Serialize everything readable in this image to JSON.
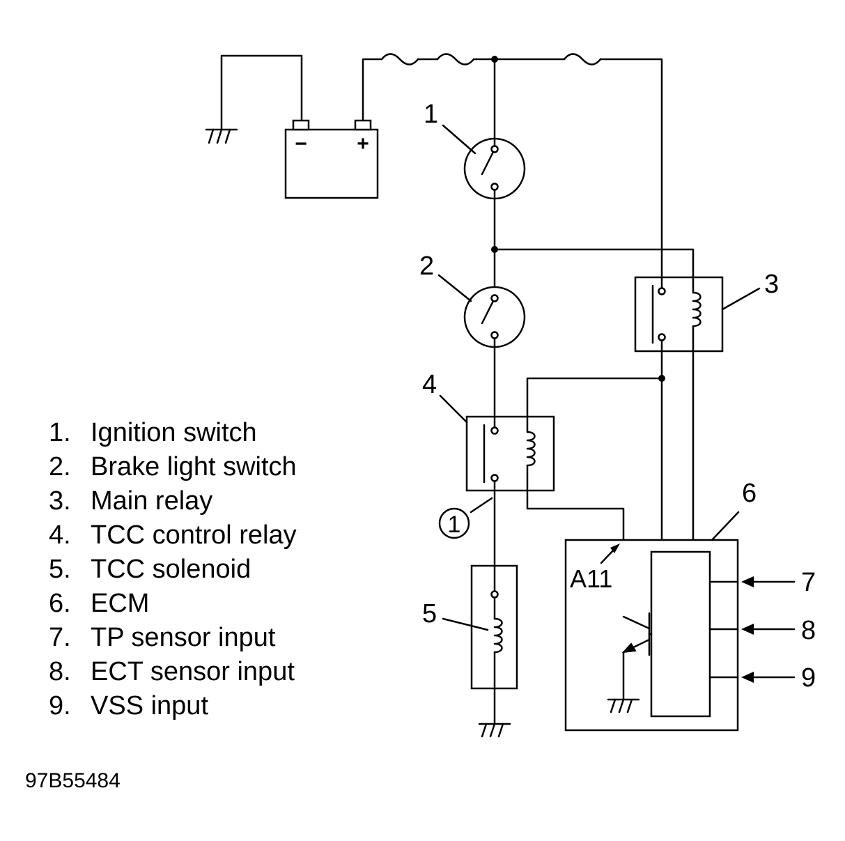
{
  "callouts": {
    "c1": "1",
    "c2": "2",
    "c3": "3",
    "c4": "4",
    "c5": "5",
    "c6": "6",
    "c7": "7",
    "c8": "8",
    "c9": "9",
    "connector": "1",
    "pin": "A11"
  },
  "battery": {
    "neg": "−",
    "pos": "+"
  },
  "legend": [
    {
      "n": "1.",
      "label": "Ignition switch"
    },
    {
      "n": "2.",
      "label": "Brake light switch"
    },
    {
      "n": "3.",
      "label": "Main relay"
    },
    {
      "n": "4.",
      "label": "TCC control relay"
    },
    {
      "n": "5.",
      "label": "TCC solenoid"
    },
    {
      "n": "6.",
      "label": "ECM"
    },
    {
      "n": "7.",
      "label": "TP sensor input"
    },
    {
      "n": "8.",
      "label": "ECT sensor input"
    },
    {
      "n": "9.",
      "label": "VSS input"
    }
  ],
  "figure_code": "97B55484"
}
